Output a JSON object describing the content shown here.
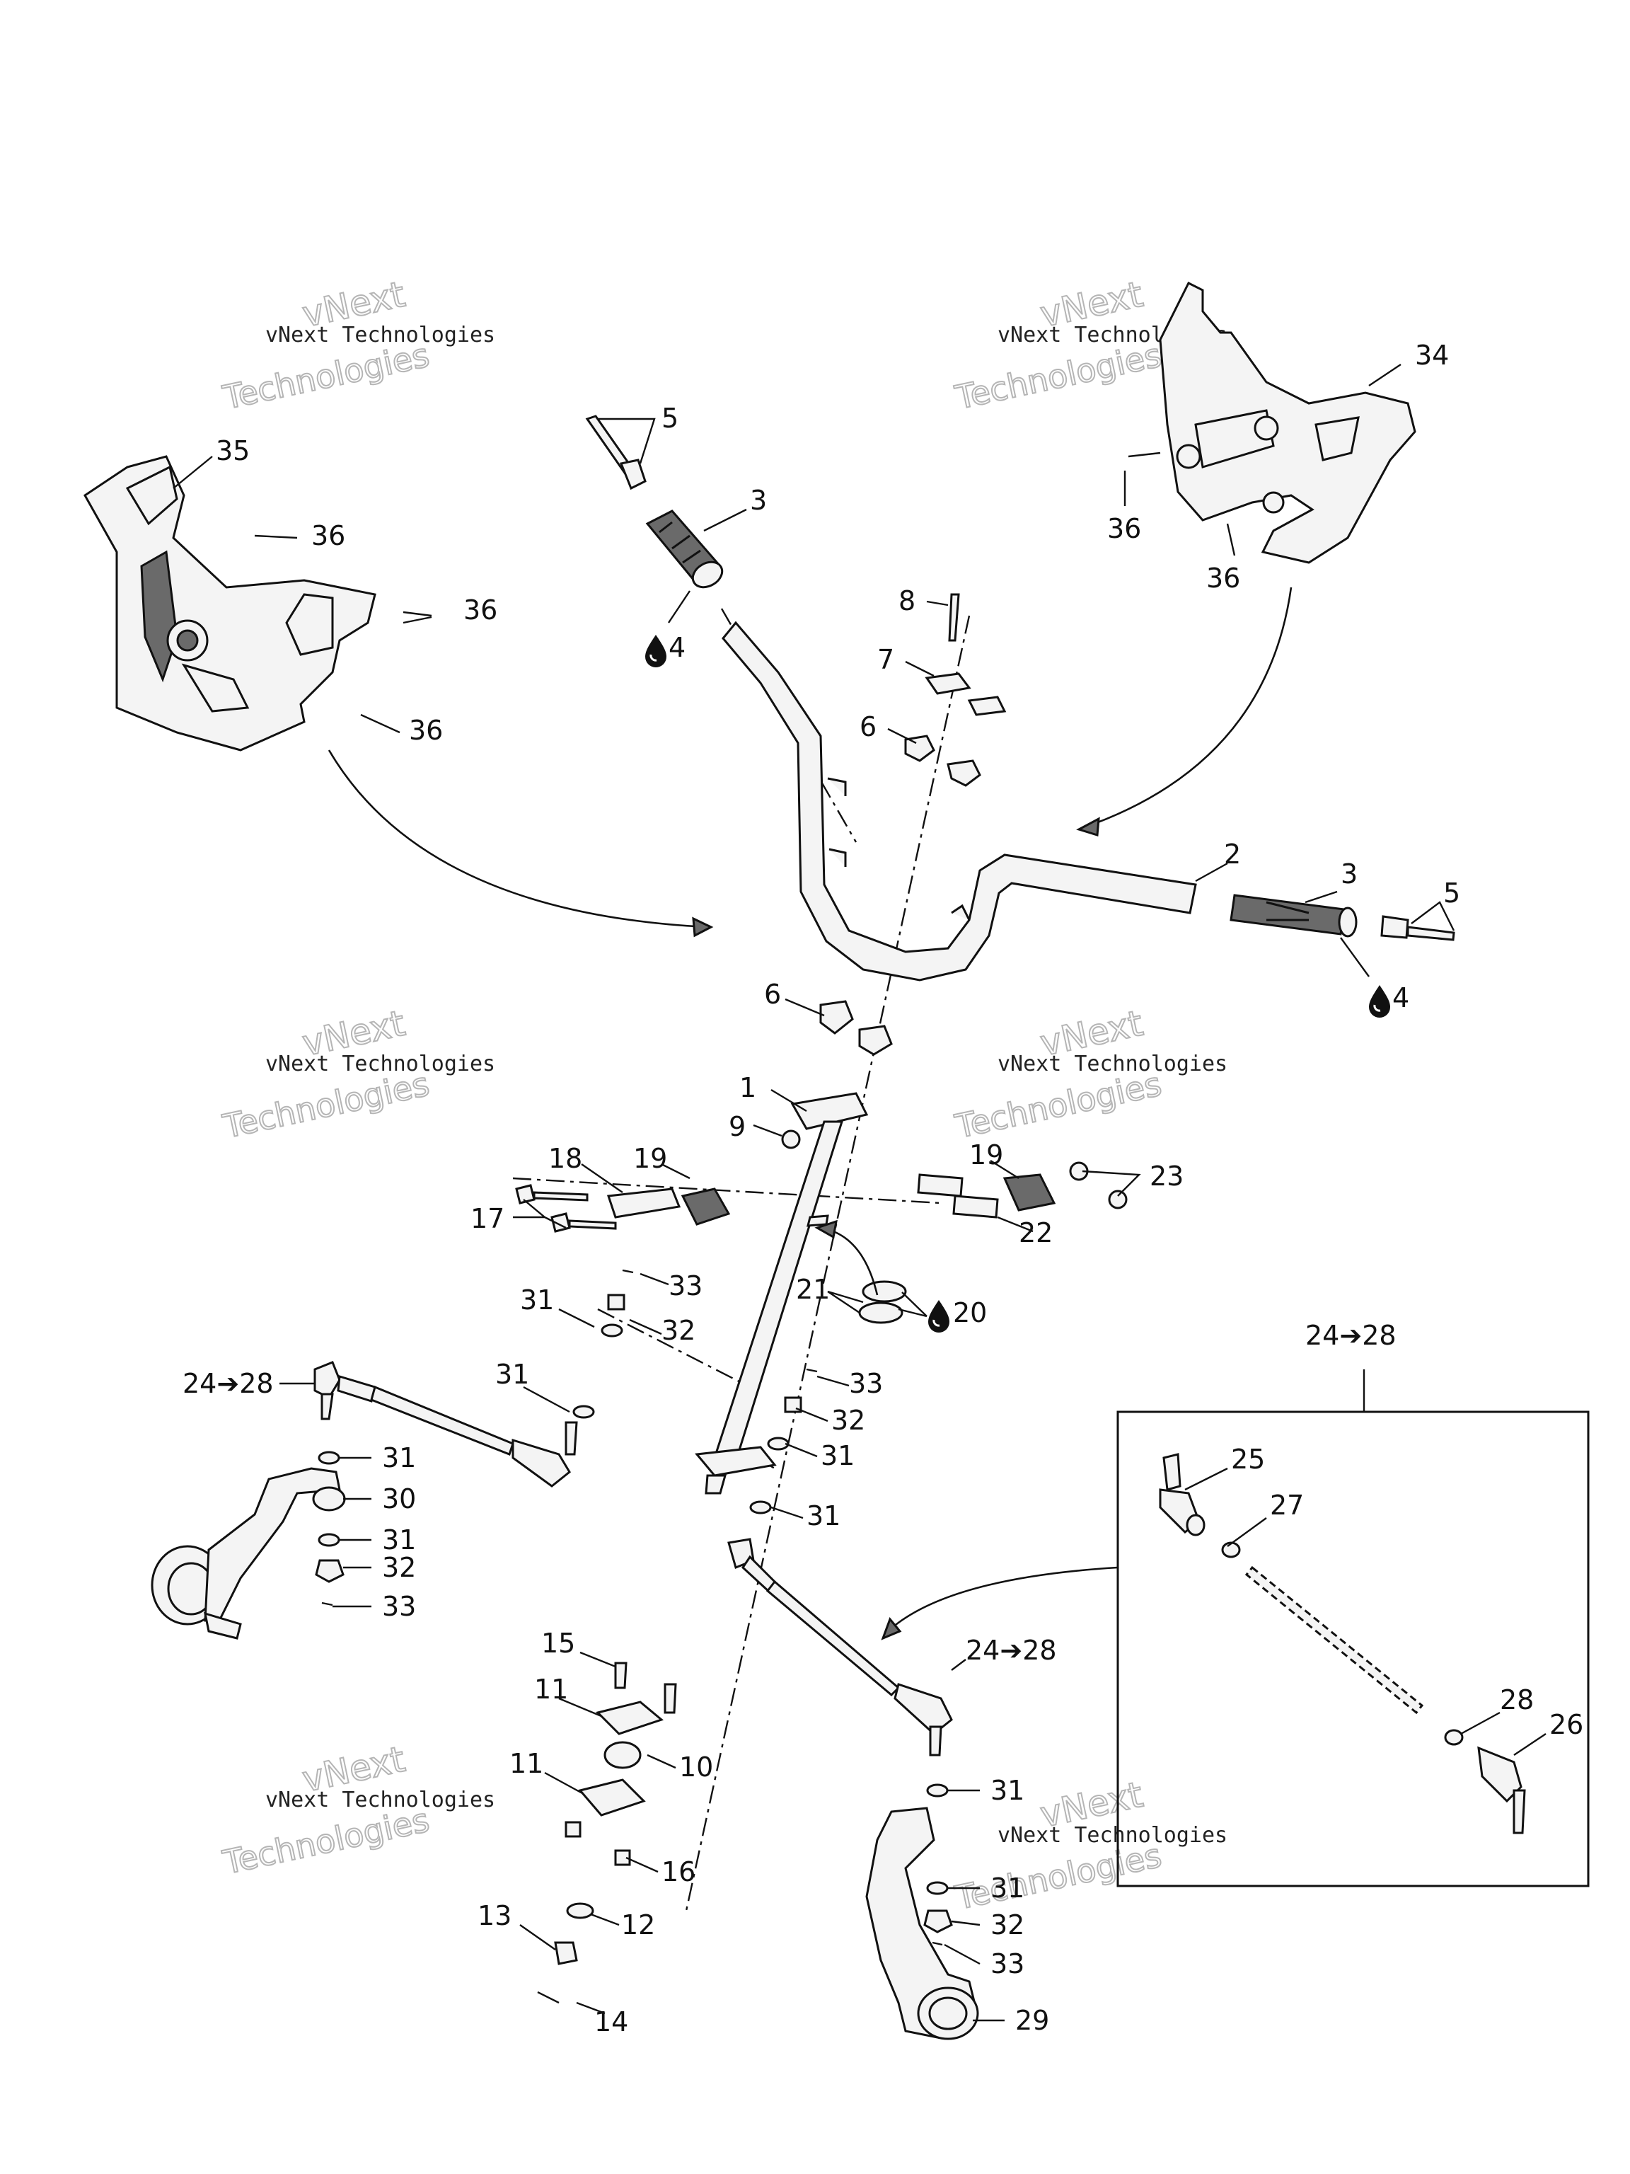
{
  "watermark": {
    "line1": "vNext Technologies",
    "line2": "vNext",
    "line3": "Technologies"
  },
  "labels": {
    "l1": "1",
    "l2": "2",
    "l3a": "3",
    "l3b": "3",
    "l4a": "4",
    "l4b": "4",
    "l5a": "5",
    "l5b": "5",
    "l6a": "6",
    "l6b": "6",
    "l7": "7",
    "l8": "8",
    "l9": "9",
    "l10": "10",
    "l11a": "11",
    "l11b": "11",
    "l12": "12",
    "l13": "13",
    "l14": "14",
    "l15": "15",
    "l16": "16",
    "l17": "17",
    "l18": "18",
    "l19a": "19",
    "l19b": "19",
    "l20": "20",
    "l21": "21",
    "l22": "22",
    "l23": "23",
    "l24a": "24➔28",
    "l24b": "24➔28",
    "l24c": "24➔28",
    "l25": "25",
    "l26": "26",
    "l27": "27",
    "l28": "28",
    "l29": "29",
    "l30": "30",
    "l31a": "31",
    "l31b": "31",
    "l31c": "31",
    "l31d": "31",
    "l31e": "31",
    "l31f": "31",
    "l31g": "31",
    "l31h": "31",
    "l32a": "32",
    "l32b": "32",
    "l32c": "32",
    "l32d": "32",
    "l33a": "33",
    "l33b": "33",
    "l33c": "33",
    "l33d": "33",
    "l34": "34",
    "l35": "35",
    "l36a": "36",
    "l36b": "36",
    "l36c": "36",
    "l36d": "36",
    "l36e": "36"
  },
  "icons": {
    "lubricant": "oil-drop-icon"
  }
}
